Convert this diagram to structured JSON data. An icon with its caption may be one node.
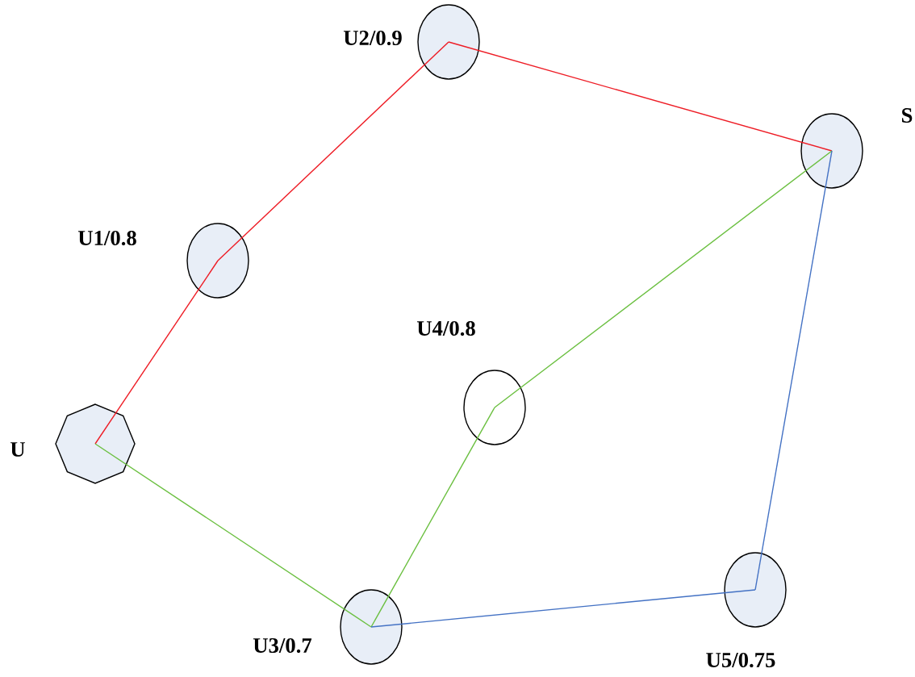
{
  "diagram": {
    "nodes": [
      {
        "text": [
          "U"
        ]
      },
      {
        "text": [
          "U1/0.8"
        ]
      },
      {
        "text": [
          "U2/0.9"
        ]
      },
      {
        "text": [
          "S"
        ]
      },
      {
        "text": [
          "U4/0.8"
        ]
      },
      {
        "text": [
          "U3/0.7"
        ]
      },
      {
        "text": [
          "U5/0.75"
        ]
      }
    ],
    "edges": [
      {
        "from": 0,
        "to": 1,
        "arrow": "none",
        "color": "#ee1c25"
      },
      {
        "from": 1,
        "to": 2,
        "arrow": "none",
        "color": "#ee1c25"
      },
      {
        "from": 2,
        "to": 3,
        "arrow": "none",
        "color": "#ee1c25"
      },
      {
        "from": 0,
        "to": 5,
        "arrow": "none",
        "color": "#6abf3f"
      },
      {
        "from": 5,
        "to": 4,
        "arrow": "none",
        "color": "#6abf3f"
      },
      {
        "from": 4,
        "to": 3,
        "arrow": "none",
        "color": "#6abf3f"
      },
      {
        "from": 5,
        "to": 6,
        "arrow": "none",
        "color": "#4472c4"
      },
      {
        "from": 6,
        "to": 3,
        "arrow": "none",
        "color": "#4472c4"
      }
    ]
  }
}
